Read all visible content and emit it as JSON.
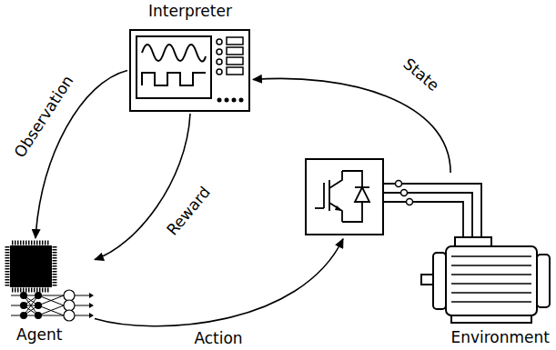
{
  "diagram": {
    "nodes": [
      {
        "text": [
          "Interpreter"
        ]
      },
      {
        "text": [
          "Agent"
        ]
      },
      {
        "text": [
          "Environment"
        ]
      }
    ],
    "edges": [
      {
        "from": 0,
        "to": 1,
        "label": "Observation",
        "arrow": "to"
      },
      {
        "from": 0,
        "to": 1,
        "label": "Reward",
        "arrow": "to"
      },
      {
        "from": 1,
        "to": 2,
        "label": "Action",
        "arrow": "to"
      },
      {
        "from": 2,
        "to": 0,
        "label": "State",
        "arrow": "to"
      }
    ]
  }
}
